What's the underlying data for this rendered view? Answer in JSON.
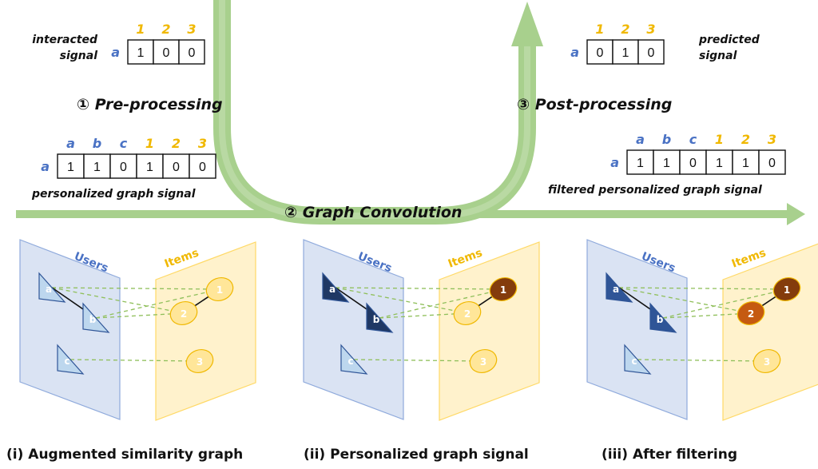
{
  "stages": {
    "pre": "① Pre-processing",
    "conv": "② Graph Convolution",
    "post": "③ Post-processing"
  },
  "interacted": {
    "label_line1": "interacted",
    "label_line2": "signal",
    "row": "a",
    "headers": [
      "1",
      "2",
      "3"
    ],
    "values": [
      "1",
      "0",
      "0"
    ]
  },
  "predicted": {
    "label_line1": "predicted",
    "label_line2": "signal",
    "row": "a",
    "headers": [
      "1",
      "2",
      "3"
    ],
    "values": [
      "0",
      "1",
      "0"
    ]
  },
  "personalized": {
    "label": "personalized graph signal",
    "row": "a",
    "headers_user": [
      "a",
      "b",
      "c"
    ],
    "headers_item": [
      "1",
      "2",
      "3"
    ],
    "values": [
      "1",
      "1",
      "0",
      "1",
      "0",
      "0"
    ]
  },
  "filtered": {
    "label": "filtered personalized graph signal",
    "row": "a",
    "headers_user": [
      "a",
      "b",
      "c"
    ],
    "headers_item": [
      "1",
      "2",
      "3"
    ],
    "values": [
      "1",
      "1",
      "0",
      "1",
      "1",
      "0"
    ]
  },
  "panels": {
    "users_title": "Users",
    "items_title": "Items",
    "user_nodes": [
      "a",
      "b",
      "c"
    ],
    "item_nodes": [
      "1",
      "2",
      "3"
    ]
  },
  "captions": {
    "i": "(i) Augmented similarity graph",
    "ii": "(ii) Personalized graph signal",
    "iii": "(iii) After filtering"
  },
  "colors": {
    "arrow": "#a8d08d",
    "user_panel": "#dae3f3",
    "item_panel": "#fff2cc",
    "user_light": "#bdd7ee",
    "user_dark": "#1f3864",
    "user_mid": "#2f5597",
    "item_light": "#ffe699",
    "item_dark": "#843c0c",
    "item_mid": "#c55a11"
  }
}
